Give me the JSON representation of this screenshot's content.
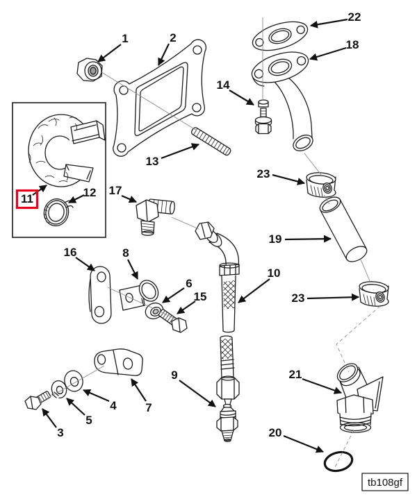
{
  "figure": {
    "code": "tb108gf"
  },
  "highlight": {
    "selected_callout": "11",
    "outline_color": "#e8001f"
  },
  "callouts": [
    {
      "label": "1"
    },
    {
      "label": "2"
    },
    {
      "label": "3"
    },
    {
      "label": "4"
    },
    {
      "label": "5"
    },
    {
      "label": "6"
    },
    {
      "label": "7"
    },
    {
      "label": "8"
    },
    {
      "label": "9"
    },
    {
      "label": "10"
    },
    {
      "label": "11"
    },
    {
      "label": "12"
    },
    {
      "label": "13"
    },
    {
      "label": "14"
    },
    {
      "label": "15"
    },
    {
      "label": "16"
    },
    {
      "label": "17"
    },
    {
      "label": "18"
    },
    {
      "label": "19"
    },
    {
      "label": "20"
    },
    {
      "label": "21"
    },
    {
      "label": "22"
    },
    {
      "label": "23"
    },
    {
      "label": "23"
    }
  ]
}
